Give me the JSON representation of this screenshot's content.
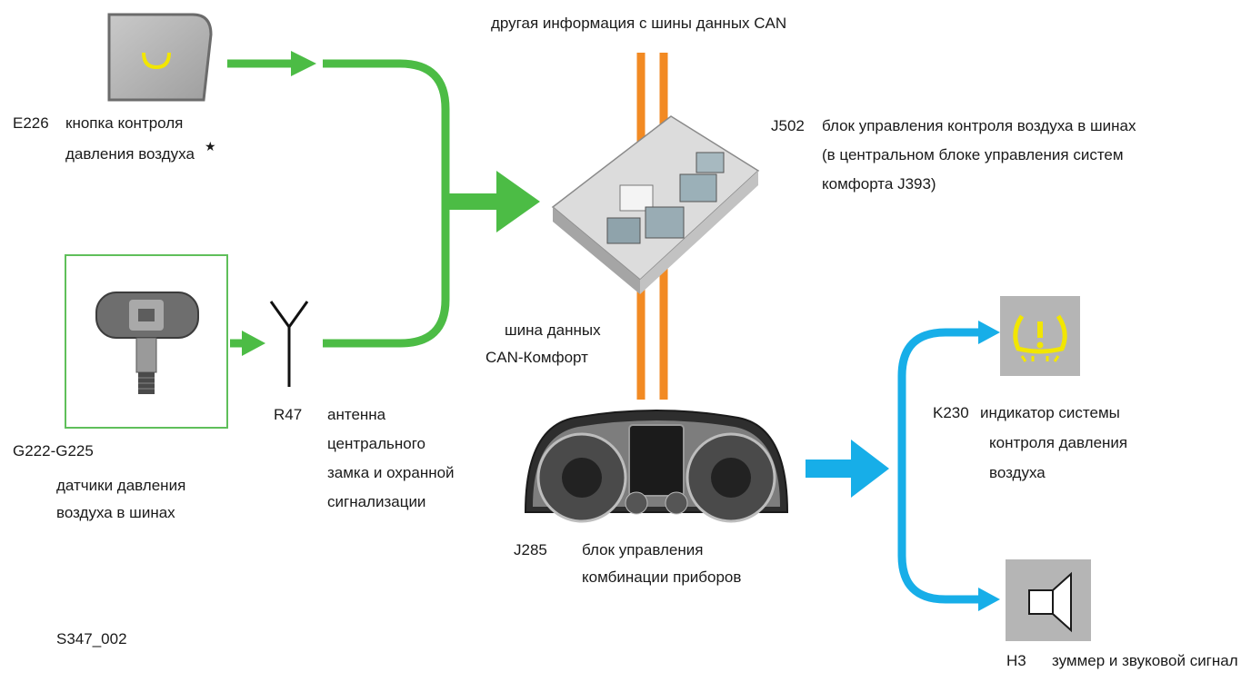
{
  "can_top_label": "другая информация с шины данных CAN",
  "e226": {
    "code": "E226",
    "line1": "кнопка контроля",
    "line2": "давления воздуха",
    "mark": "★"
  },
  "g222": {
    "code": "G222-G225",
    "line1": "датчики давления",
    "line2": "воздуха в шинах"
  },
  "r47": {
    "code": "R47",
    "line1": "антенна",
    "line2": "центрального",
    "line3": "замка и охранной",
    "line4": "сигнализации"
  },
  "can_bus": {
    "line1": "шина данных",
    "line2": "CAN-Комфорт"
  },
  "j502": {
    "code": "J502",
    "line1": "блок управления контроля воздуха в шинах",
    "line2": "(в центральном блоке управления систем",
    "line3": "комфорта J393)"
  },
  "j285": {
    "code": "J285",
    "line1": "блок управления",
    "line2": "комбинации приборов"
  },
  "k230": {
    "code": "K230",
    "line1": "индикатор системы",
    "line2": "контроля давления",
    "line3": "воздуха"
  },
  "h3": {
    "code": "H3",
    "line1": "зуммер и звуковой сигнал"
  },
  "figure_id": "S347_002",
  "colors": {
    "green": "#4cbc45",
    "orange": "#f28a23",
    "blue": "#17aee8",
    "yellow": "#f2e600",
    "grey": "#b5b5b5"
  }
}
